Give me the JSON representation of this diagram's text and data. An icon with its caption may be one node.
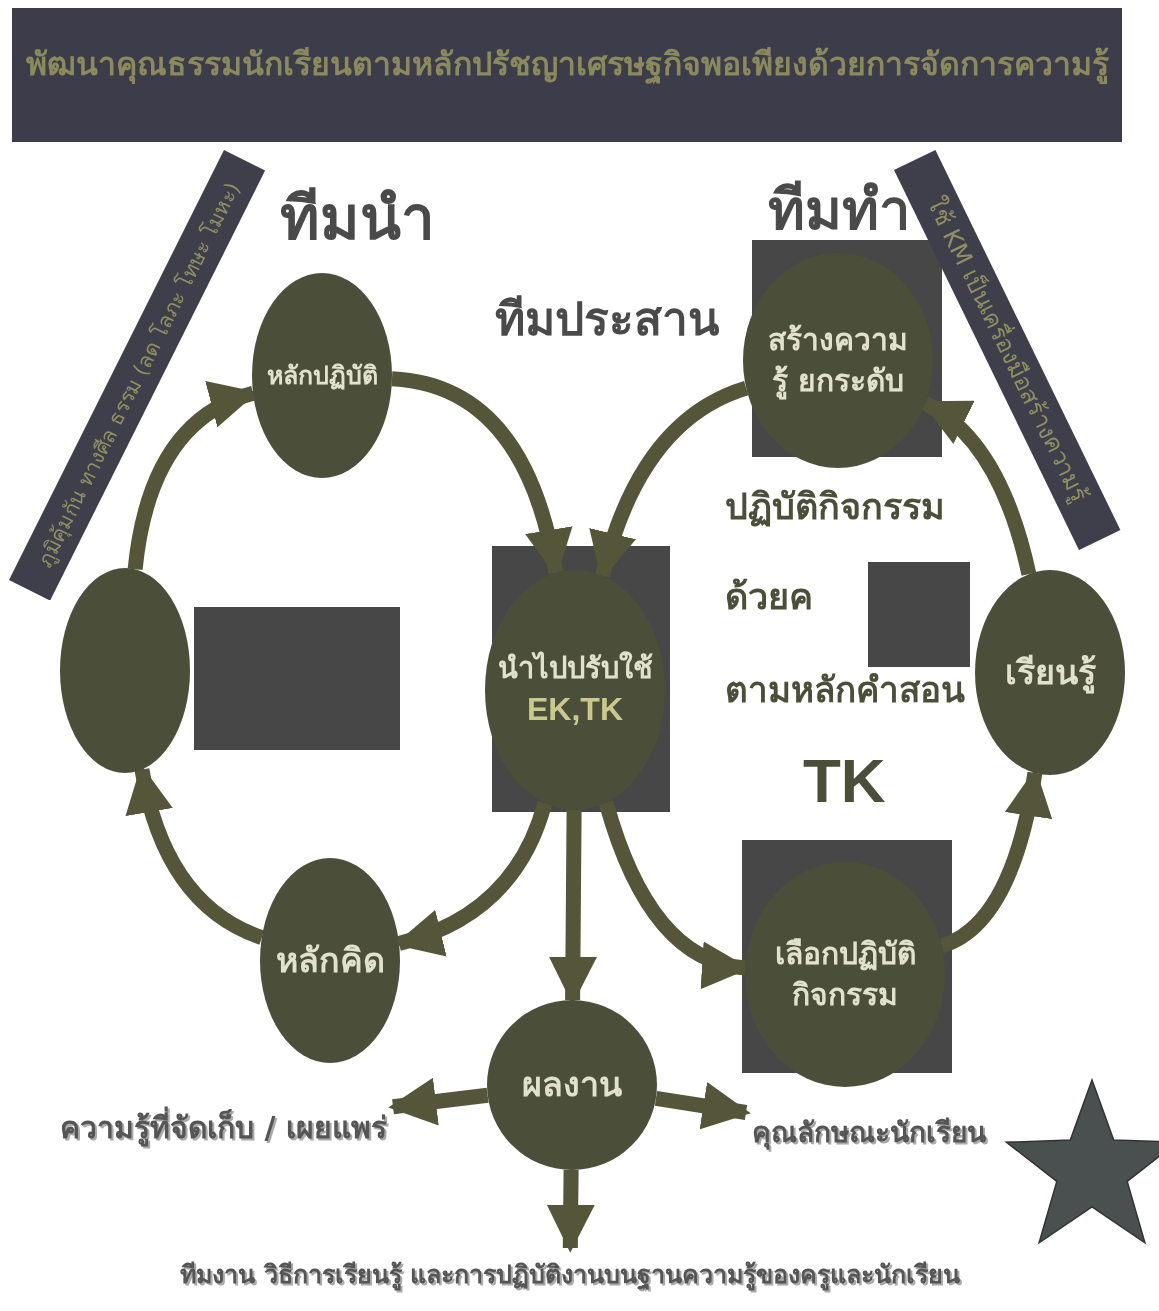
{
  "diagram": {
    "nodes": [
      {
        "text": [
          "พัฒนาคุณธรรมนักเรียนตามหลักปรัชญาเศรษฐกิจพอเพียงด้วยการจัดการความรู้"
        ]
      },
      {
        "text": [
          "ภูมิคุ้มกัน ทางศีล ธรรม (ลด โลภะ โทษะ โมหะ)"
        ]
      },
      {
        "text": [
          "ใช้ KM เป็นเครื่องมือสร้างความรู้"
        ]
      },
      {
        "text": [
          "หลักปฏิบัติ"
        ]
      },
      {
        "text": [],
        "shape": "circle"
      },
      {
        "text": [
          "หลักคิด"
        ]
      },
      {
        "text": [
          "นำไปปรับใช้",
          "EK,TK"
        ]
      },
      {
        "text": [
          "สร้างความรู้ ยกระดับ"
        ]
      },
      {
        "text": [
          "เรียนรู้"
        ]
      },
      {
        "text": [
          "เลือกปฏิบัติ กิจกรรม"
        ]
      },
      {
        "text": [
          "ผลงาน"
        ]
      },
      {
        "text": [
          "ความรู้ที่จัดเก็บ / เผยแพร่"
        ]
      },
      {
        "text": [
          "คุณลักษณะนักเรียน"
        ]
      },
      {
        "text": [
          "ทีมงาน วิธีการเรียนรู้ และการปฏิบัติงานบนฐานความรู้ของครูและนักเรียน"
        ]
      },
      {
        "text": [],
        "shape": "box"
      },
      {
        "text": [],
        "shape": "box"
      }
    ],
    "edges": [
      {
        "from": 4,
        "to": 3,
        "arrow": "to"
      },
      {
        "from": 3,
        "to": 6,
        "arrow": "to"
      },
      {
        "from": 7,
        "to": 6,
        "arrow": "to"
      },
      {
        "from": 6,
        "to": 5,
        "arrow": "to"
      },
      {
        "from": 5,
        "to": 4,
        "arrow": "to"
      },
      {
        "from": 6,
        "to": 9,
        "arrow": "to"
      },
      {
        "from": 9,
        "to": 8,
        "arrow": "to"
      },
      {
        "from": 8,
        "to": 7,
        "arrow": "to"
      },
      {
        "from": 6,
        "to": 10,
        "arrow": "to"
      },
      {
        "from": 10,
        "to": 11,
        "arrow": "to"
      },
      {
        "from": 10,
        "to": 12,
        "arrow": "to"
      },
      {
        "from": 10,
        "to": 13,
        "arrow": "to"
      }
    ],
    "labels": [
      "ทีมนำ",
      "ทีมทำ",
      "ทีมประสาน",
      "ปฏิบัติกิจกรรม",
      "ด้วยค",
      "ตามหลักคำสอน",
      "TK"
    ]
  }
}
